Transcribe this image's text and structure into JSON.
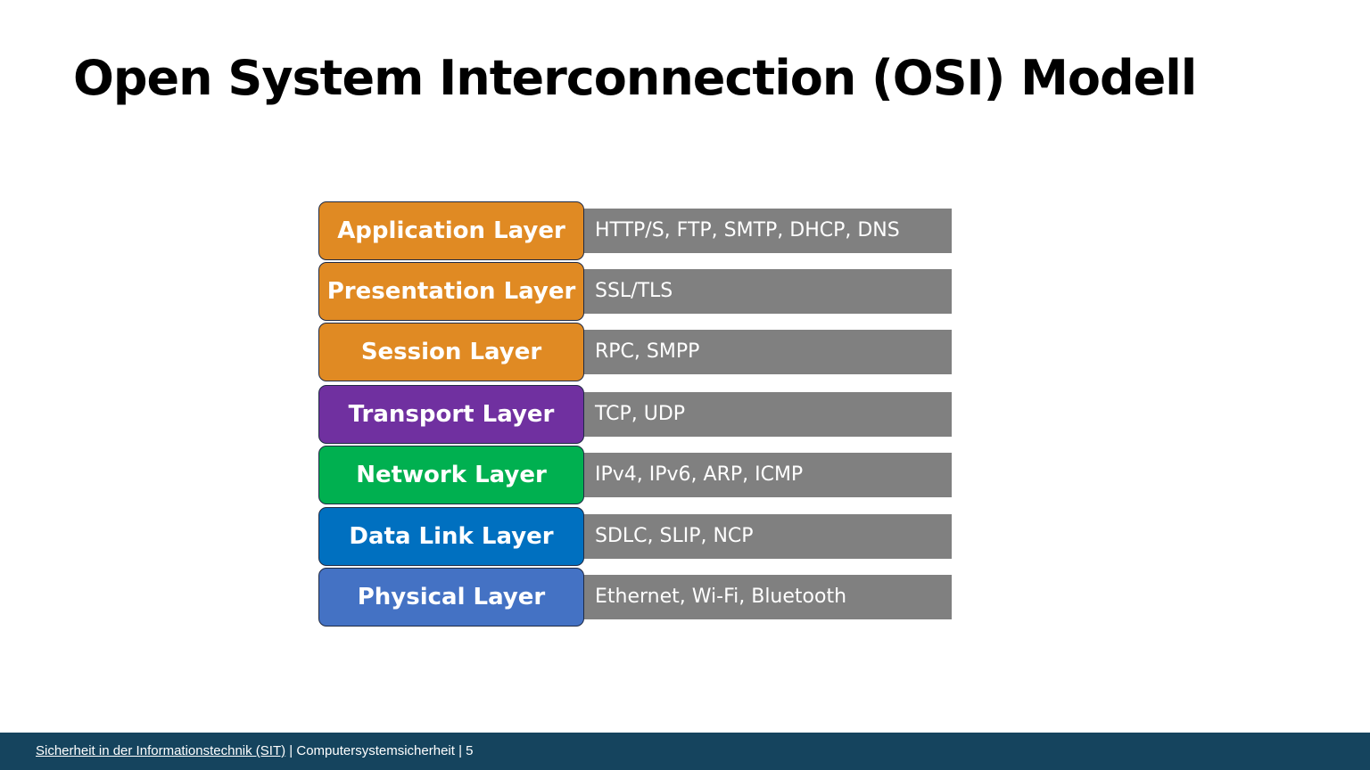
{
  "slide": {
    "title": "Open System Interconnection (OSI) Modell"
  },
  "layers": [
    {
      "name": "Application Layer",
      "protocols": "HTTP/S, FTP, SMTP, DHCP, DNS",
      "color": "#e08a23"
    },
    {
      "name": "Presentation Layer",
      "protocols": "SSL/TLS",
      "color": "#e08a23"
    },
    {
      "name": "Session Layer",
      "protocols": "RPC, SMPP",
      "color": "#e08a23"
    },
    {
      "name": "Transport Layer",
      "protocols": "TCP, UDP",
      "color": "#7030a0"
    },
    {
      "name": "Network Layer",
      "protocols": "IPv4, IPv6, ARP, ICMP",
      "color": "#00b050"
    },
    {
      "name": "Data Link Layer",
      "protocols": "SDLC, SLIP, NCP",
      "color": "#0070c0"
    },
    {
      "name": "Physical Layer",
      "protocols": "Ethernet, Wi-Fi, Bluetooth",
      "color": "#4472c4"
    }
  ],
  "footer": {
    "course_link": "Sicherheit in der Informationstechnik (SIT)",
    "separator_1": " | ",
    "lecture": "Computersystemsicherheit",
    "separator_2": " | ",
    "page_number": "5"
  },
  "colors": {
    "protocol_bar": "#808080",
    "footer_background": "#15445e"
  }
}
